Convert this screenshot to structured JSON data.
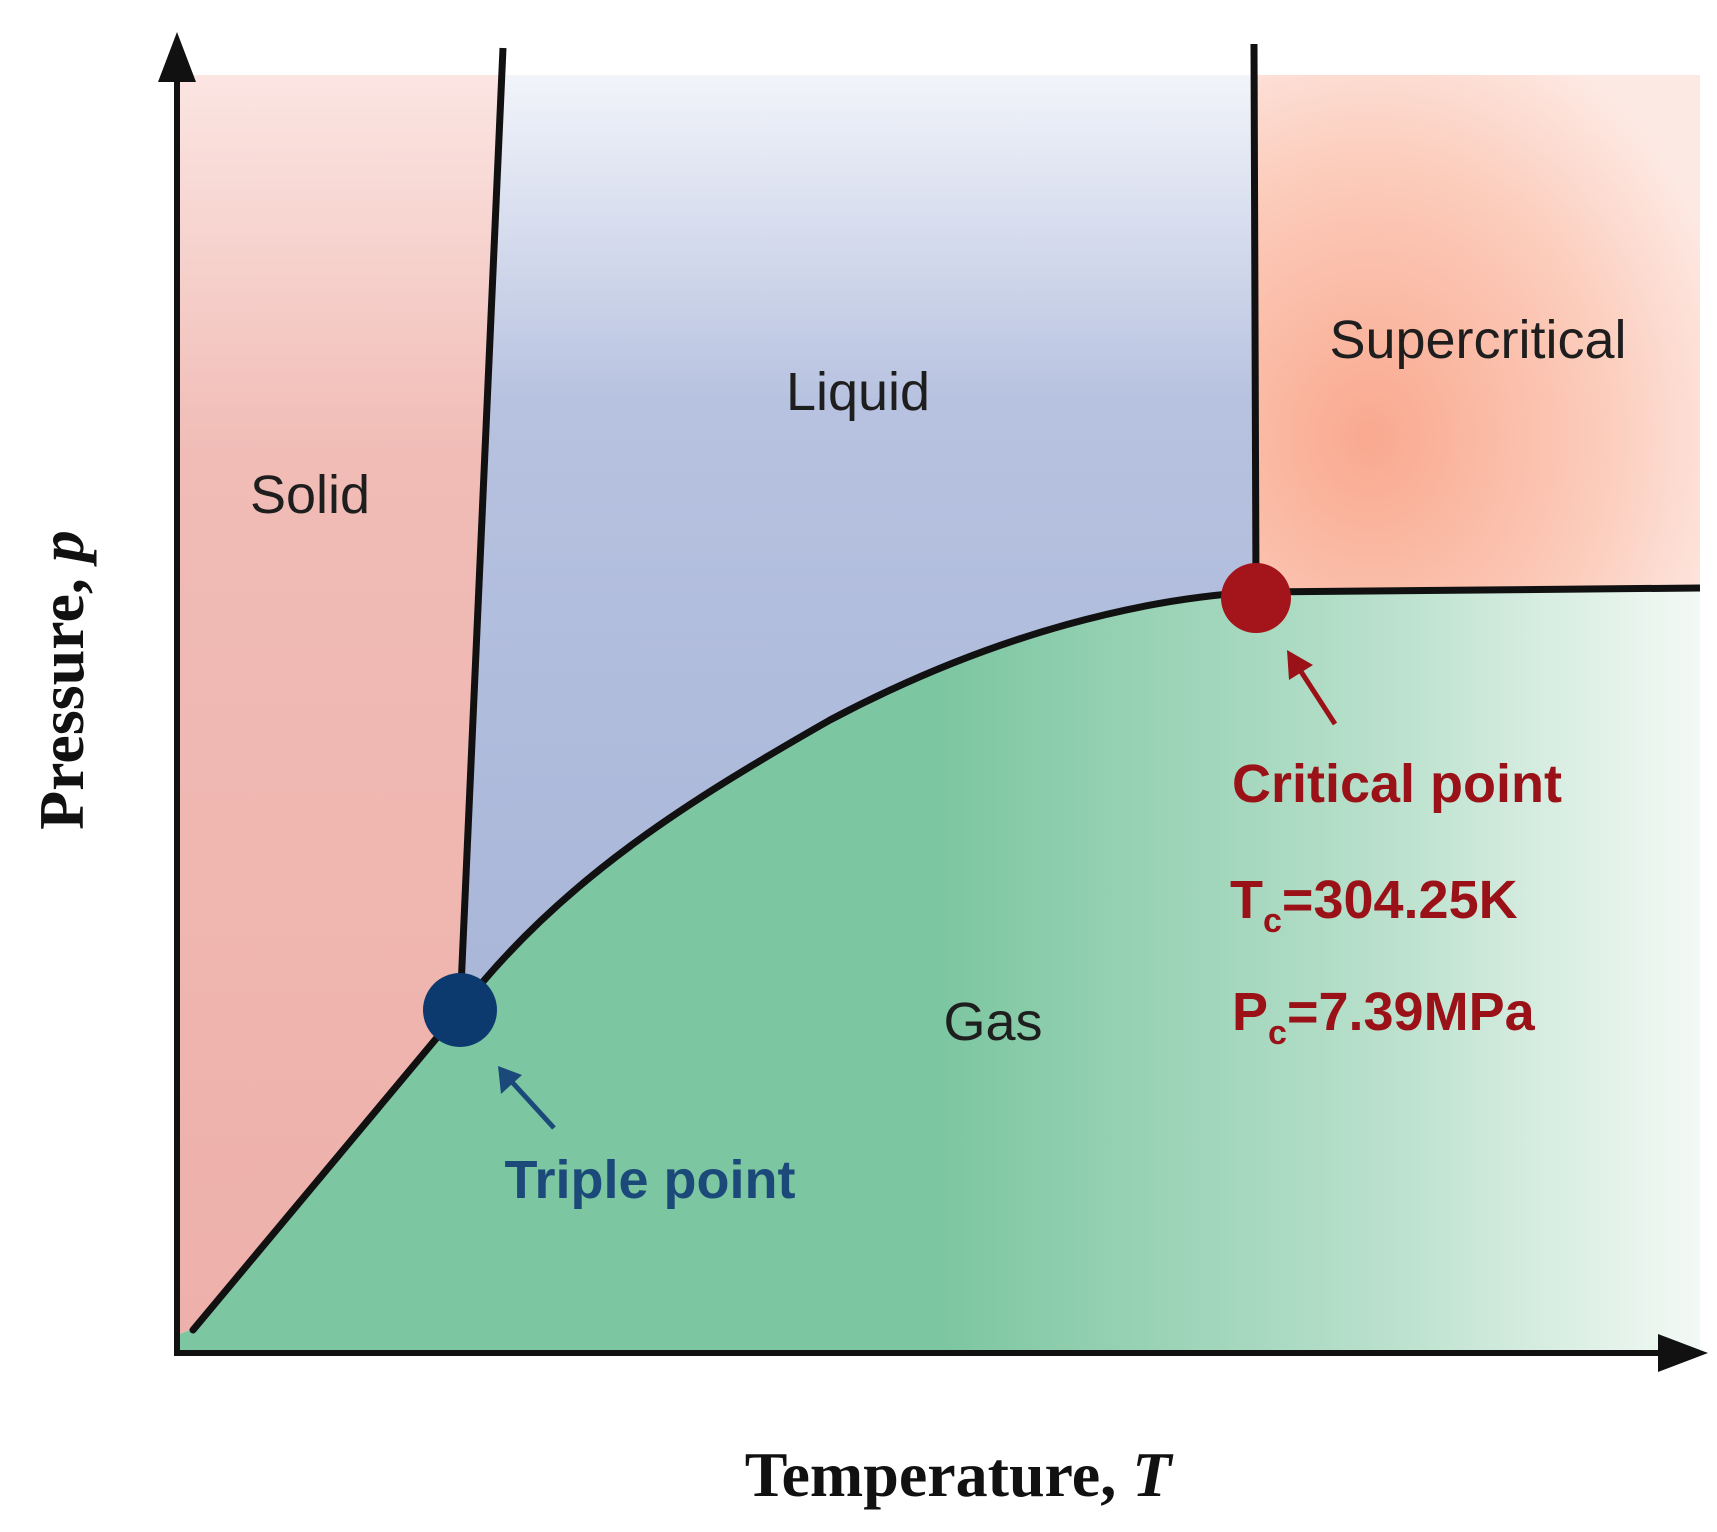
{
  "regions": {
    "solid": "Solid",
    "liquid": "Liquid",
    "gas": "Gas",
    "supercritical": "Supercritical"
  },
  "axes": {
    "x_title": "Temperature,",
    "x_var": "T",
    "y_title": "Pressure,",
    "y_var": "p"
  },
  "triple_point": {
    "label": "Triple point",
    "color": "#0d3a6e"
  },
  "critical_point": {
    "label": "Critical point",
    "tc_symbol": "T",
    "tc_sub": "c",
    "tc_value": "=304.25K",
    "pc_symbol": "P",
    "pc_sub": "c",
    "pc_value": "=7.39MPa",
    "color": "#a3141b"
  },
  "colors": {
    "solid": "#eeb0aa",
    "liquid": "#a9b6d8",
    "gas": "#7cc6a1",
    "supercritical": "#f9a98f",
    "curve": "#111111"
  }
}
